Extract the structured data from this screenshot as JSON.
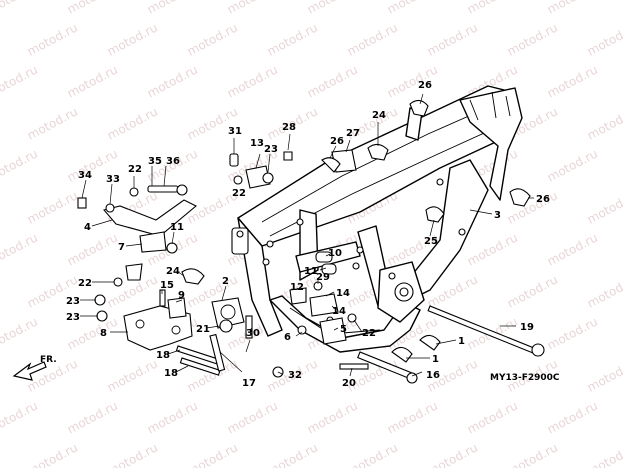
{
  "diagram_code": "MY13-F2900C",
  "watermark_text": "motod.ru",
  "direction_label": "FR.",
  "callouts": [
    "1",
    "2",
    "3",
    "4",
    "5",
    "6",
    "7",
    "8",
    "9",
    "10",
    "11",
    "12",
    "13",
    "14",
    "15",
    "16",
    "17",
    "18",
    "19",
    "20",
    "21",
    "22",
    "23",
    "24",
    "25",
    "26",
    "27",
    "28",
    "29",
    "30",
    "31",
    "32",
    "33",
    "34",
    "35",
    "36"
  ]
}
